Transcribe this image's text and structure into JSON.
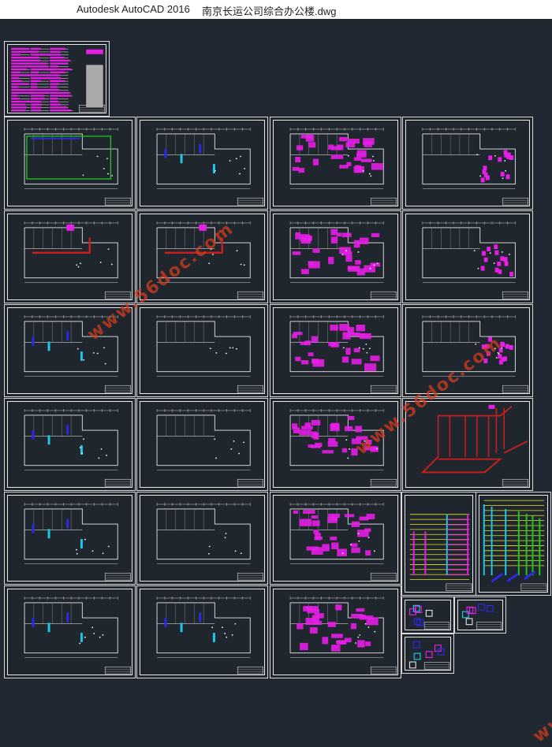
{
  "titlebar": {
    "app": "Autodesk AutoCAD 2016",
    "document": "南京长运公司综合办公楼.dwg"
  },
  "watermark": {
    "text": "www.56doc.com"
  },
  "colors": {
    "background": "#222831",
    "magenta": "#e61ee6",
    "red": "#c81e1e",
    "green": "#1ec81e",
    "blue": "#2a2ae6",
    "cyan": "#1ec8e6",
    "yellow": "#e6e61e"
  }
}
